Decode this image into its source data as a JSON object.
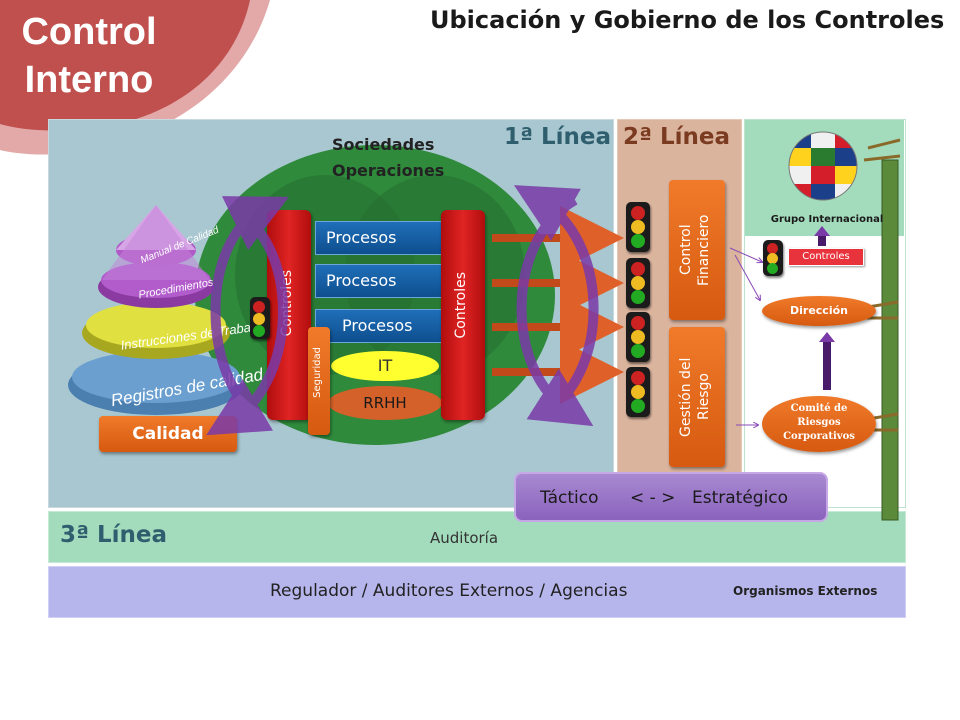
{
  "header": {
    "logo_line1": "Control",
    "logo_line2": "Interno",
    "title": "Ubicación y Gobierno de los Controles"
  },
  "lines": {
    "primera": "1ª Línea",
    "segunda": "2ª Línea",
    "tercera": "3ª Línea"
  },
  "first_line": {
    "sociedades_line1": "Sociedades",
    "sociedades_line2": "Operaciones",
    "procesos": [
      "Procesos",
      "Procesos",
      "Procesos"
    ],
    "controles_left": "Controles",
    "controles_right": "Controles",
    "seguridad": "Seguridad",
    "it": "IT",
    "rrhh": "RRHH",
    "pyramid_levels": [
      "Manual de Calidad",
      "Procedimientos",
      "Instrucciones de Trabajo",
      "Registros de calidad"
    ],
    "calidad": "Calidad"
  },
  "second_line": {
    "control_financiero": "Control Financiero",
    "gestion_riesgo": "Gestión del Riesgo"
  },
  "group": {
    "label": "Grupo Internacional",
    "controles": "Controles",
    "direccion": "Dirección",
    "comite": "Comité de Riesgos Corporativos"
  },
  "tactico": {
    "left": "Táctico",
    "middle": "< - >",
    "right": "Estratégico"
  },
  "third_line": {
    "auditoria": "Auditoría"
  },
  "external": {
    "regulador": "Regulador / Auditores Externos / Agencias",
    "organismos": "Organismos Externos"
  },
  "colors": {
    "panel_first_line": "#a9c7d0",
    "panel_second_line": "#dbb49e",
    "panel_third_line": "#a3dcbc",
    "panel_external": "#b6b6ec",
    "controls_red": "#d01818",
    "process_blue": "#1565b0",
    "accent_orange": "#e8691c",
    "circle_green": "#2f8a3c"
  }
}
